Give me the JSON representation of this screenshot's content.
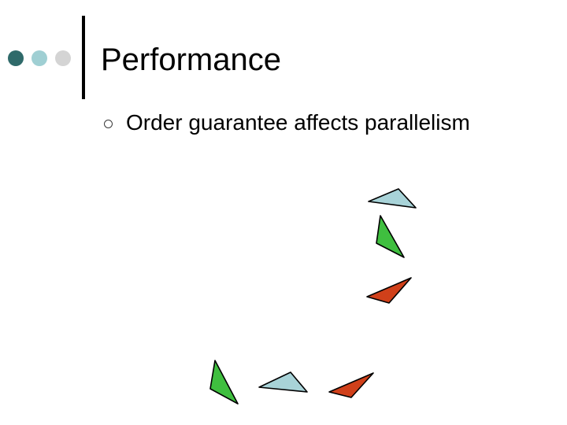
{
  "slide": {
    "title": "Performance",
    "bullets": [
      {
        "text": "Order guarantee affects parallelism",
        "icon": "hollow-circle-bullet"
      }
    ]
  },
  "decoration": {
    "dots": [
      "#2f6a6a",
      "#9fcfd3",
      "#d4d4d4"
    ],
    "colors": {
      "light_blue": "#a8d3d8",
      "green": "#3fbf3f",
      "red_orange": "#d0401a",
      "outline": "#000000"
    }
  }
}
